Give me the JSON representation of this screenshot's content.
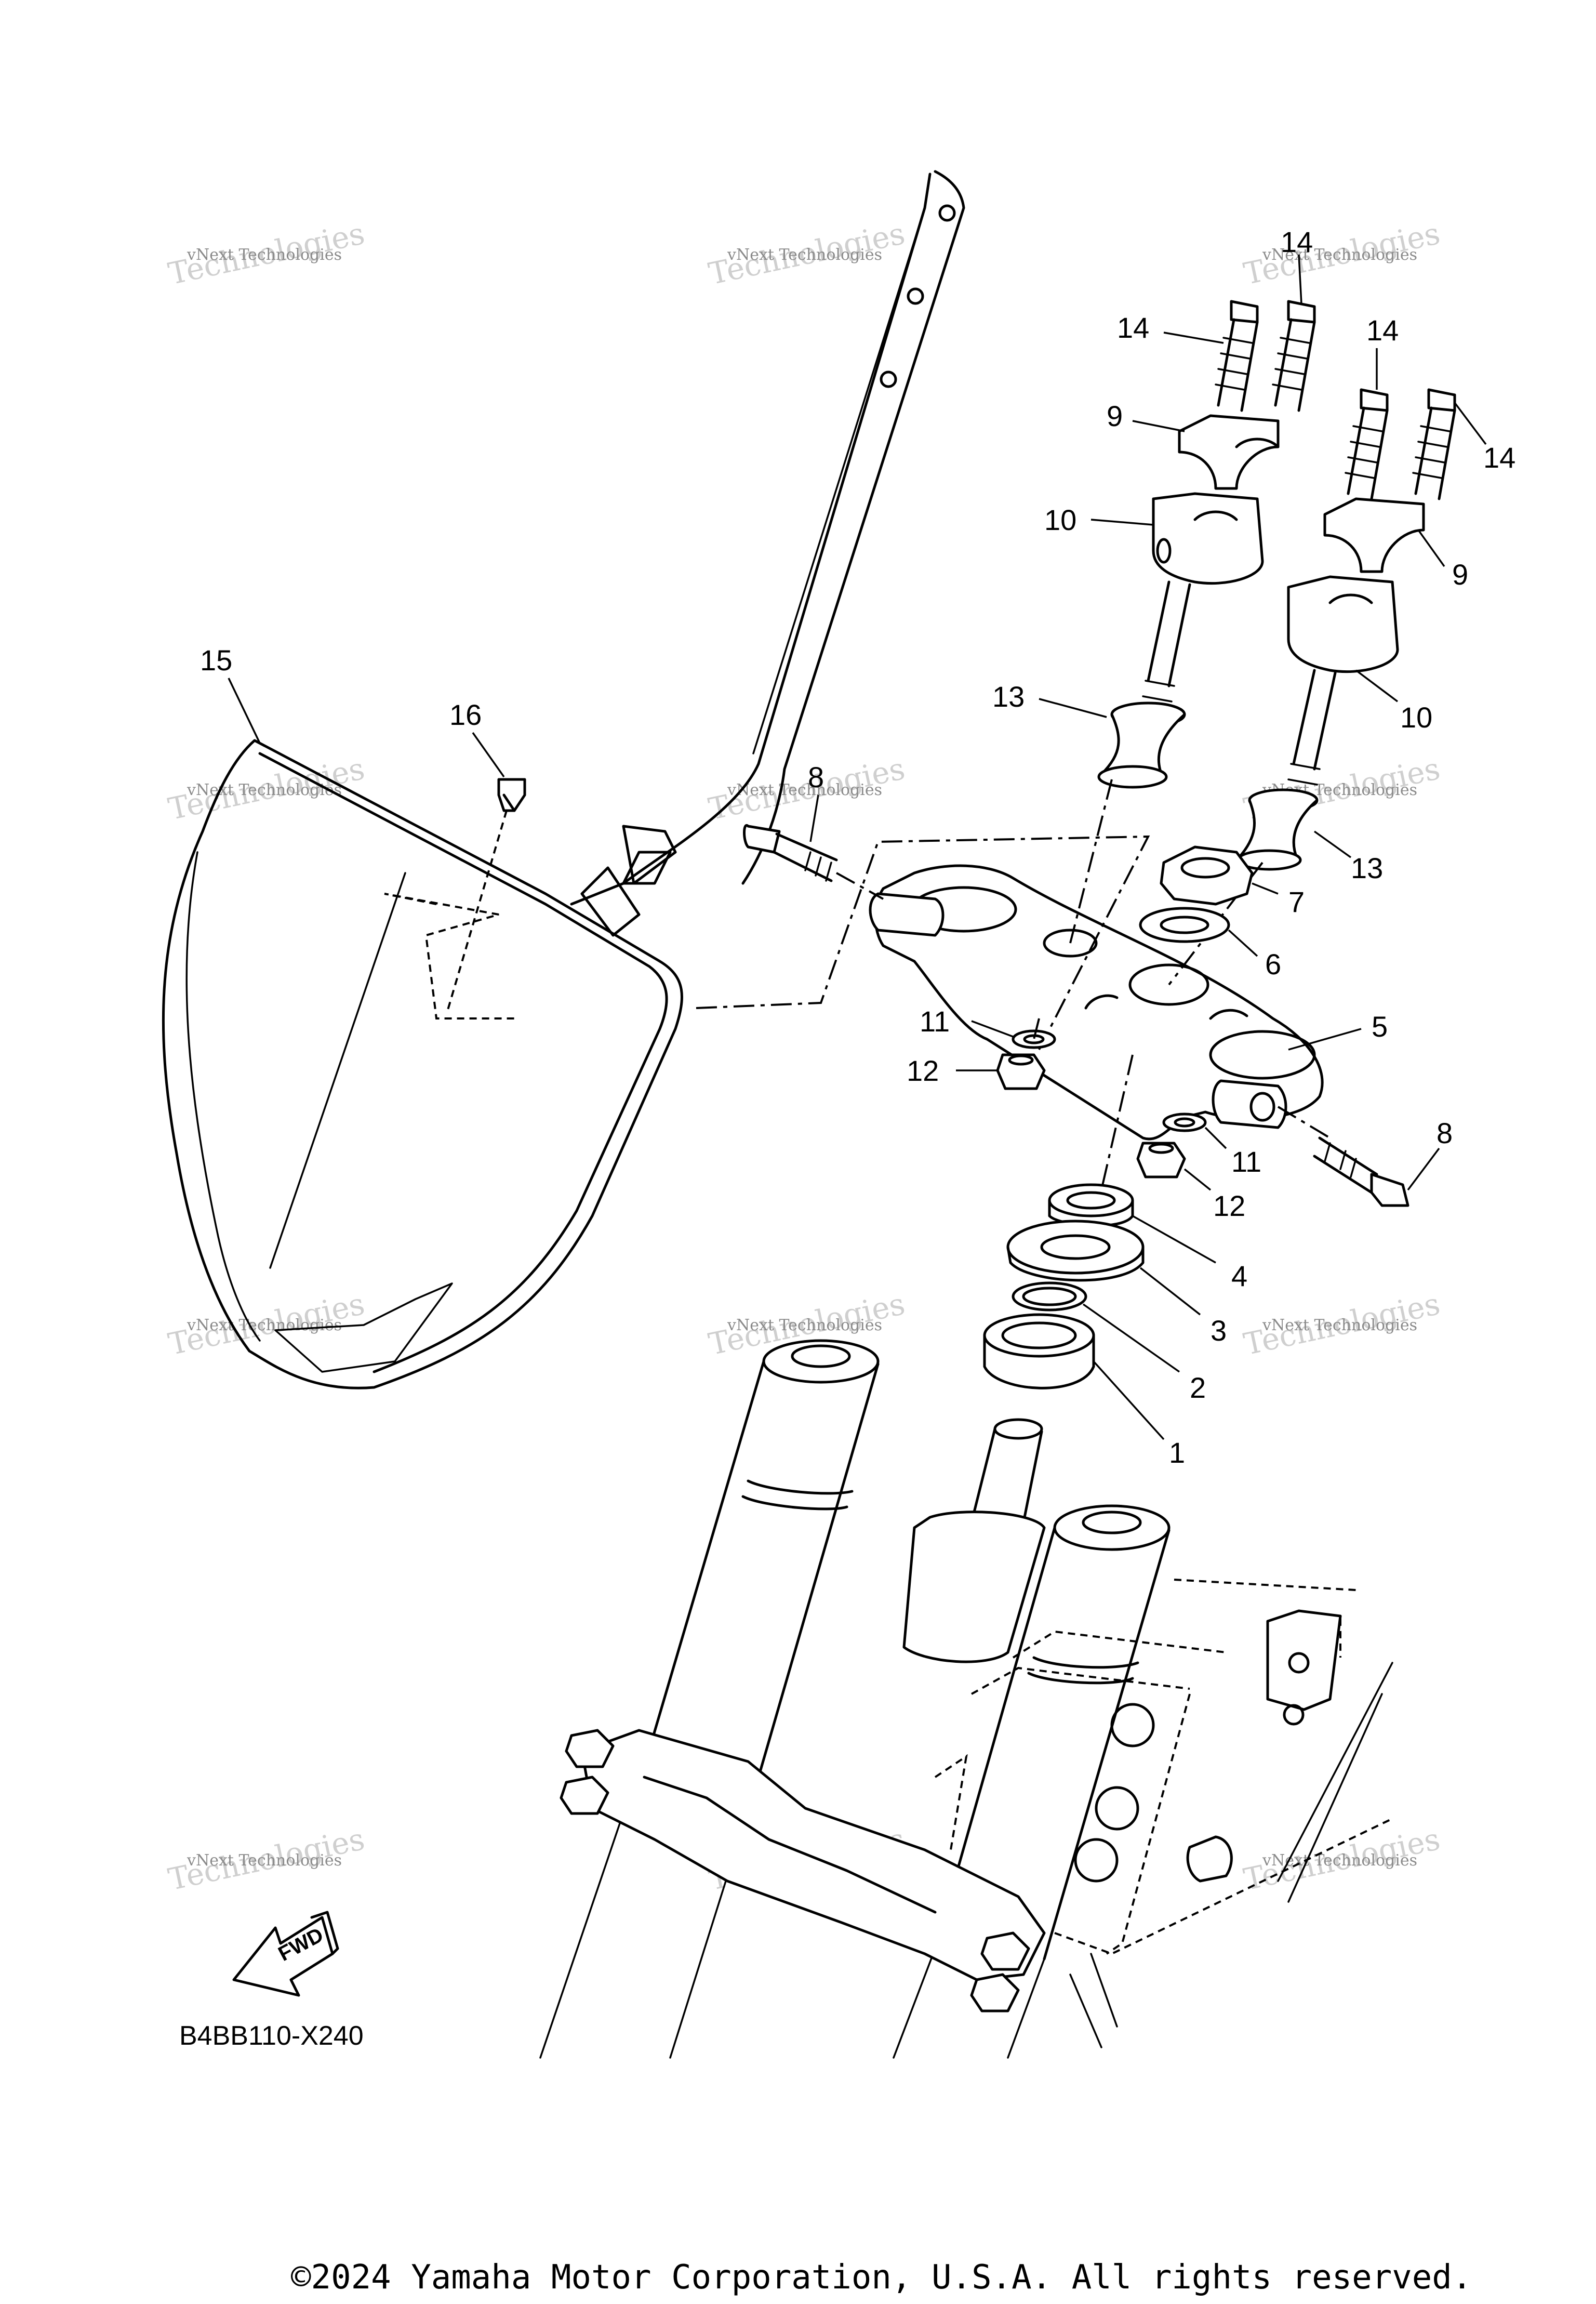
{
  "diagram": {
    "code": "B4BB110-X240",
    "fwd_label": "FWD",
    "copyright": "©2024 Yamaha Motor Corporation, U.S.A. All rights reserved."
  },
  "watermark": {
    "line1": "vNext Technologies",
    "line2": "Technologies"
  },
  "callouts": [
    {
      "id": "c1",
      "label": "1"
    },
    {
      "id": "c2",
      "label": "2"
    },
    {
      "id": "c3",
      "label": "3"
    },
    {
      "id": "c4",
      "label": "4"
    },
    {
      "id": "c5",
      "label": "5"
    },
    {
      "id": "c6",
      "label": "6"
    },
    {
      "id": "c7",
      "label": "7"
    },
    {
      "id": "c8a",
      "label": "8"
    },
    {
      "id": "c8b",
      "label": "8"
    },
    {
      "id": "c9a",
      "label": "9"
    },
    {
      "id": "c9b",
      "label": "9"
    },
    {
      "id": "c10a",
      "label": "10"
    },
    {
      "id": "c10b",
      "label": "10"
    },
    {
      "id": "c11a",
      "label": "11"
    },
    {
      "id": "c11b",
      "label": "11"
    },
    {
      "id": "c12a",
      "label": "12"
    },
    {
      "id": "c12b",
      "label": "12"
    },
    {
      "id": "c13a",
      "label": "13"
    },
    {
      "id": "c13b",
      "label": "13"
    },
    {
      "id": "c14a",
      "label": "14"
    },
    {
      "id": "c14b",
      "label": "14"
    },
    {
      "id": "c14c",
      "label": "14"
    },
    {
      "id": "c14d",
      "label": "14"
    },
    {
      "id": "c15",
      "label": "15"
    },
    {
      "id": "c16",
      "label": "16"
    }
  ]
}
